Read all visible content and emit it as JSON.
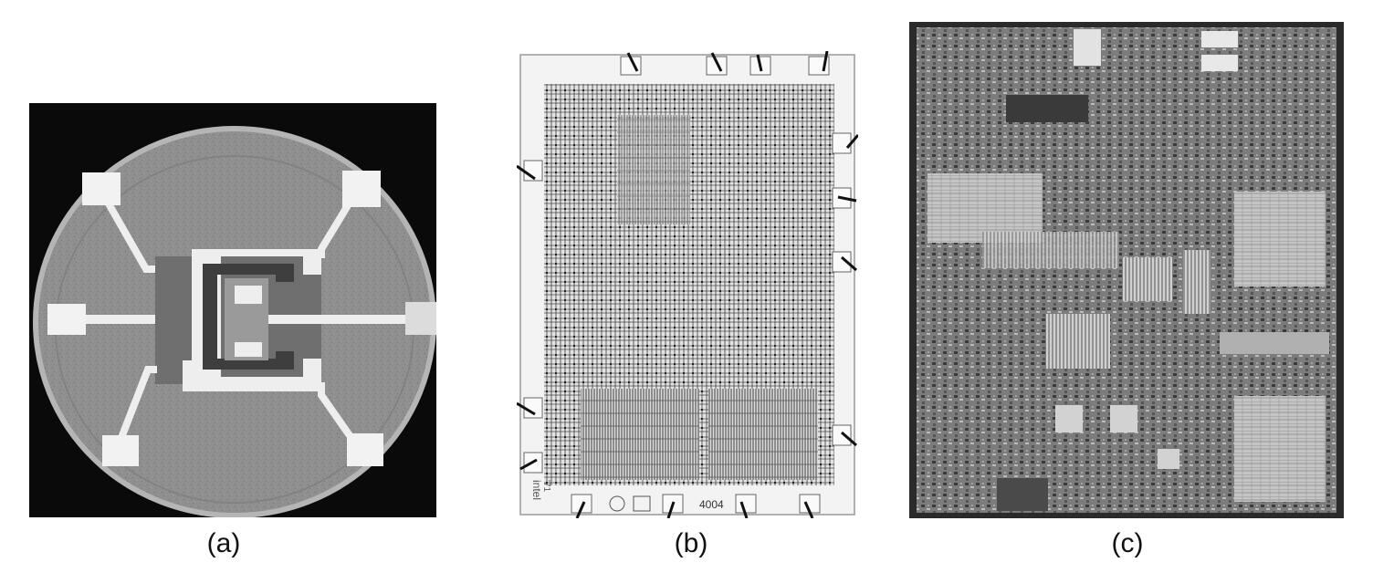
{
  "panels": [
    {
      "caption": "(a)"
    },
    {
      "caption": "(b)",
      "die_marking": "4004",
      "logo_text": "intel",
      "year_text": "'71"
    },
    {
      "caption": "(c)"
    }
  ],
  "colors": {
    "background": "#ffffff",
    "panel_a_backdrop": "#0a0a0a",
    "wafer_gray": "#8c8c8c",
    "metal_white": "#f2f2f2",
    "panel_b_paper": "#f3f3f3",
    "panel_b_traces": "#3a3a3a",
    "panel_c_dark": "#2a2a2a",
    "panel_c_mid": "#8a8a8a",
    "panel_c_light": "#d8d8d8"
  }
}
